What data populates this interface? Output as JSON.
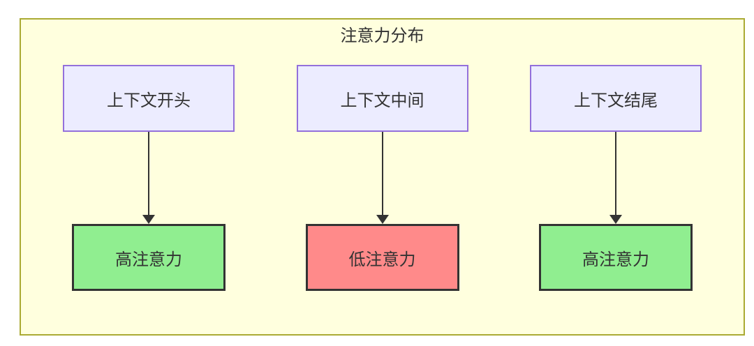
{
  "diagram": {
    "title": "注意力分布",
    "columns": [
      {
        "source": "上下文开头",
        "target": "高注意力",
        "target_type": "high"
      },
      {
        "source": "上下文中间",
        "target": "低注意力",
        "target_type": "low"
      },
      {
        "source": "上下文结尾",
        "target": "高注意力",
        "target_type": "high"
      }
    ],
    "colors": {
      "container_fill": "#ffffde",
      "container_border": "#aaaa33",
      "source_fill": "#ECECFF",
      "source_border": "#9370DB",
      "high_fill": "#90EE90",
      "low_fill": "#FF8A8A",
      "target_border": "#333333",
      "arrow": "#333333",
      "text": "#333333"
    }
  }
}
